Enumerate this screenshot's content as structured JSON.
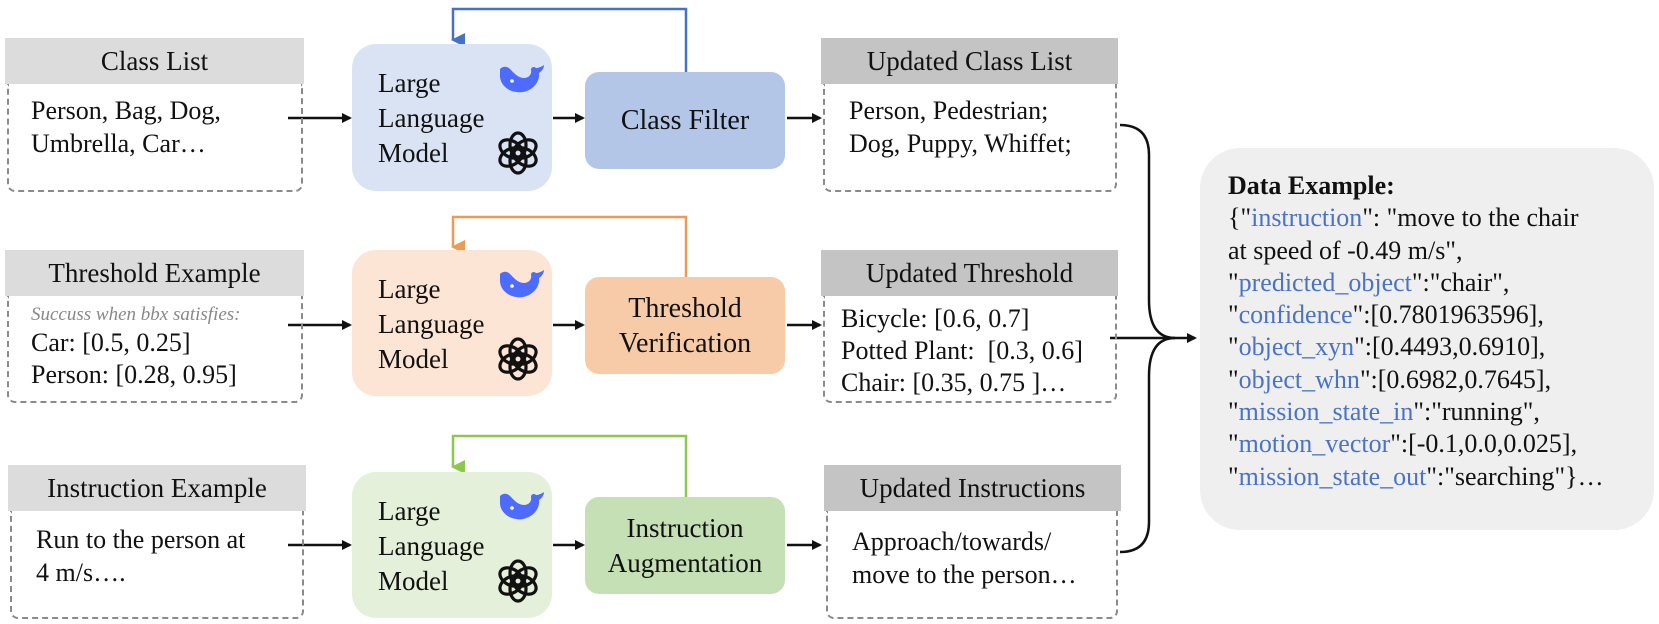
{
  "rows": [
    {
      "input": {
        "header": "Class List",
        "note": "",
        "lines": [
          "Person, Bag, Dog,",
          "Umbrella, Car…"
        ]
      },
      "llm": {
        "lines": [
          "Large",
          "Language",
          "Model"
        ],
        "bg": "#dae3f4"
      },
      "process": {
        "lines": [
          "Class Filter"
        ],
        "bg": "#b4c6e8"
      },
      "output": {
        "header": "Updated Class List",
        "lines": [
          "Person, Pedestrian;",
          "Dog, Puppy, Whiffet;"
        ]
      },
      "loop_color": "#4472c4"
    },
    {
      "input": {
        "header": "Threshold Example",
        "note": "Succuss when bbx satisfies:",
        "lines": [
          "Car: [0.5, 0.25]",
          "Person: [0.28, 0.95]"
        ]
      },
      "llm": {
        "lines": [
          "Large",
          "Language",
          "Model"
        ],
        "bg": "#fce5d4"
      },
      "process": {
        "lines": [
          "Threshold",
          "Verification"
        ],
        "bg": "#f8cba8"
      },
      "output": {
        "header": "Updated Threshold",
        "lines": [
          "Bicycle: [0.6, 0.7]",
          "Potted Plant:  [0.3, 0.6]",
          "Chair: [0.35, 0.75 ]…"
        ]
      },
      "loop_color": "#ed9a52"
    },
    {
      "input": {
        "header": "Instruction Example",
        "note": "",
        "lines": [
          "Run to the person at",
          "4 m/s…."
        ]
      },
      "llm": {
        "lines": [
          "Large",
          "Language",
          "Model"
        ],
        "bg": "#e4f0d9"
      },
      "process": {
        "lines": [
          "Instruction",
          "Augmentation"
        ],
        "bg": "#c5e0b4"
      },
      "output": {
        "header": "Updated Instructions",
        "lines": [
          "Approach/towards/",
          "move to the person…"
        ]
      },
      "loop_color": "#8cc84b"
    }
  ],
  "data_example": {
    "title": "Data Example:",
    "lines": [
      [
        {
          "t": "{\""
        },
        {
          "t": "instruction",
          "k": 1
        },
        {
          "t": "\": \"move to the chair"
        }
      ],
      [
        {
          "t": "at speed of -0.49 m/s\","
        }
      ],
      [
        {
          "t": "\""
        },
        {
          "t": "predicted_object",
          "k": 1
        },
        {
          "t": "\":\"chair\","
        }
      ],
      [
        {
          "t": "\""
        },
        {
          "t": "confidence",
          "k": 1
        },
        {
          "t": "\":[0.7801963596],"
        }
      ],
      [
        {
          "t": "\""
        },
        {
          "t": "object_xyn",
          "k": 1
        },
        {
          "t": "\":[0.4493,0.6910],"
        }
      ],
      [
        {
          "t": "\""
        },
        {
          "t": "object_whn",
          "k": 1
        },
        {
          "t": "\":[0.6982,0.7645],"
        }
      ],
      [
        {
          "t": "\""
        },
        {
          "t": "mission_state_in",
          "k": 1
        },
        {
          "t": "\":\"running\","
        }
      ],
      [
        {
          "t": "\""
        },
        {
          "t": "motion_vector",
          "k": 1
        },
        {
          "t": "\":[-0.1,0.0,0.025],"
        }
      ],
      [
        {
          "t": "\""
        },
        {
          "t": "mission_state_out",
          "k": 1
        },
        {
          "t": "\":\"searching\"}…"
        }
      ]
    ]
  },
  "icons": {
    "llm_a": "deepseek-whale-icon",
    "llm_b": "openai-knot-icon"
  }
}
